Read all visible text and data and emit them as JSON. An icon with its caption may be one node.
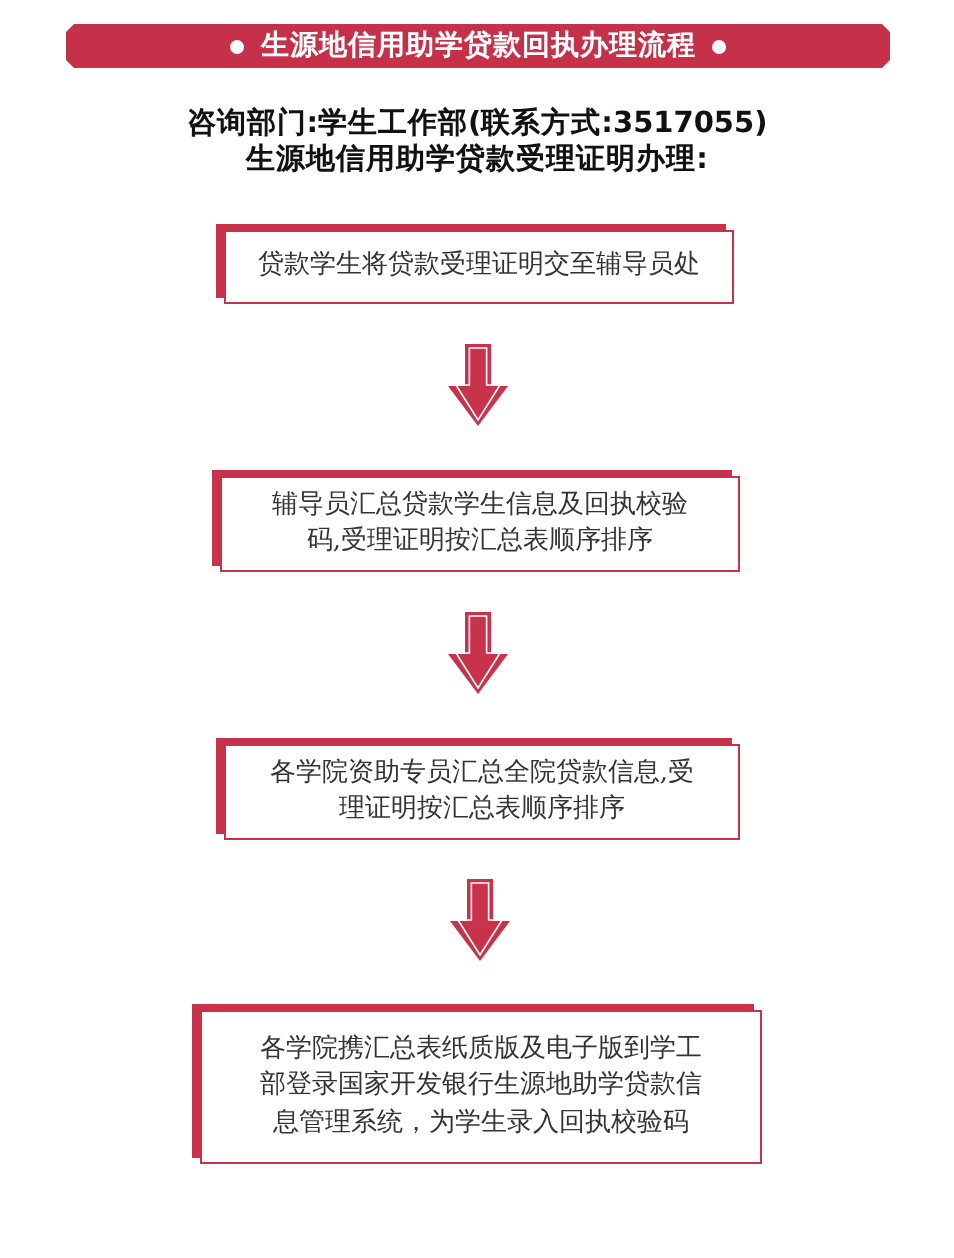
{
  "diagram": {
    "title": "生源地信用助学贷款回执办理流程",
    "nodes": [
      {
        "text": [
          "贷款学生将贷款受理证明交至辅导员处"
        ]
      },
      {
        "text": [
          "辅导员汇总贷款学生信息及回执校验码,受理证明按汇总表顺序排序"
        ]
      },
      {
        "text": [
          "各学院资助专员汇总全院贷款信息,受理证明按汇总表顺序排序"
        ]
      },
      {
        "text": [
          "各学院携汇总表纸质版及电子版到学工部登录国家开发银行生源地助学贷款信息管理系统，为学生录入回执校验码"
        ]
      }
    ],
    "edges": [
      {
        "from": 0,
        "to": 1,
        "arrow": "to"
      },
      {
        "from": 1,
        "to": 2,
        "arrow": "to"
      },
      {
        "from": 2,
        "to": 3,
        "arrow": "to"
      }
    ],
    "labels": [
      "咨询部门:学生工作部(联系方式:3517055)",
      "生源地信用助学贷款受理证明办理:"
    ]
  }
}
